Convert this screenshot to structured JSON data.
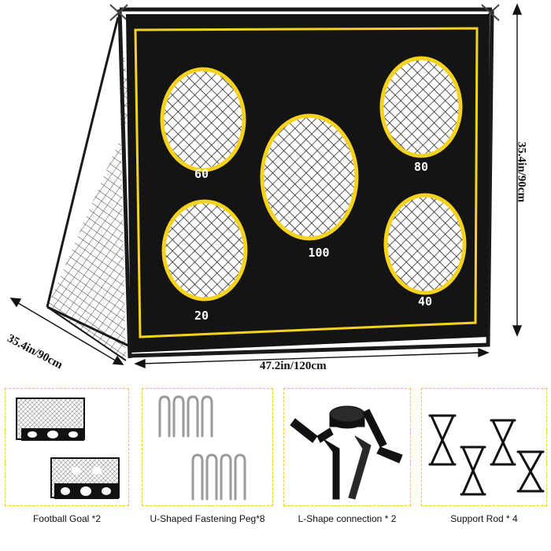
{
  "dimensions": {
    "height": "35.4in/90cm",
    "width": "47.2in/120cm",
    "depth": "35.4in/90cm"
  },
  "targets": {
    "top_left": "60",
    "top_right": "80",
    "center": "100",
    "bottom_left": "20",
    "bottom_right": "40"
  },
  "accessories": [
    {
      "caption": "Football Goal *2"
    },
    {
      "caption": "U-Shaped Fastening Peg*8"
    },
    {
      "caption": "L-Shape connection * 2"
    },
    {
      "caption": "Support Rod * 4"
    }
  ],
  "colors": {
    "panel": "#141414",
    "accent": "#f5d21e",
    "frame": "#1a1a1a"
  }
}
